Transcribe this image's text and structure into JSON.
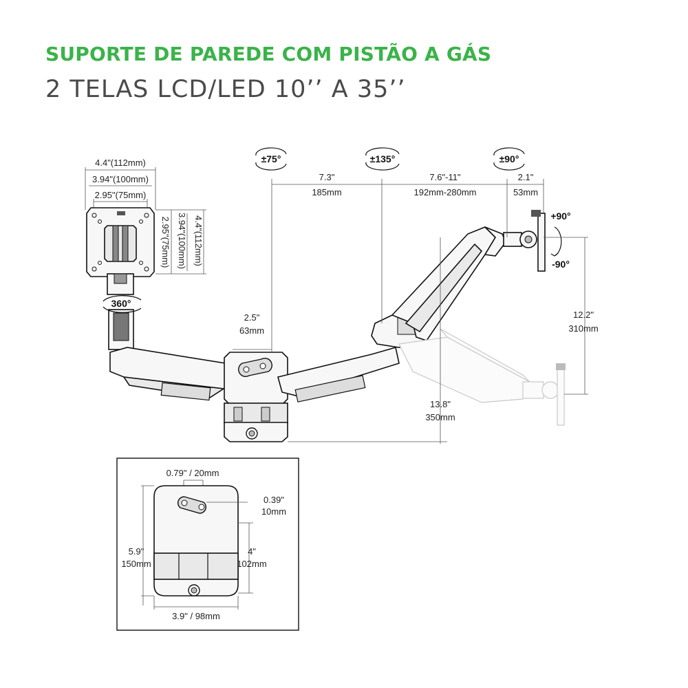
{
  "header": {
    "title": "SUPORTE DE PAREDE COM PISTÃO A GÁS",
    "subtitle": "2 TELAS LCD/LED 10’’ A 35’’",
    "title_color": "#3bb34a",
    "subtitle_color": "#4a4a4a"
  },
  "vesa": {
    "outer_w": "4.4\"(112mm)",
    "mid_w": "3.94\"(100mm)",
    "inner_w": "2.95\"(75mm)",
    "outer_h": "4.4\"(112mm)",
    "mid_h": "3.94\"(100mm)",
    "inner_h": "2.95\"(75mm)"
  },
  "rotations": {
    "swivel_360": "360°",
    "arm_75": "±75°",
    "arm_135": "±135°",
    "head_90": "±90°",
    "tilt_up": "+90°",
    "tilt_down": "-90°"
  },
  "dimensions": {
    "arm1_in": "7.3\"",
    "arm1_mm": "185mm",
    "arm2_in": "7.6\"-11\"",
    "arm2_mm": "192mm-280mm",
    "head_in": "2.1\"",
    "head_mm": "53mm",
    "base_in": "2.5\"",
    "base_mm": "63mm",
    "height_in": "12.2\"",
    "height_mm": "310mm",
    "depth_in": "13.8\"",
    "depth_mm": "350mm"
  },
  "wallplate": {
    "hole_in": "0.79\" / 20mm",
    "offset_in": "0.39\"",
    "offset_mm": "10mm",
    "height_in": "5.9\"",
    "height_mm": "150mm",
    "inner_in": "4\"",
    "inner_mm": "102mm",
    "width_label": "3.9\" / 98mm"
  }
}
